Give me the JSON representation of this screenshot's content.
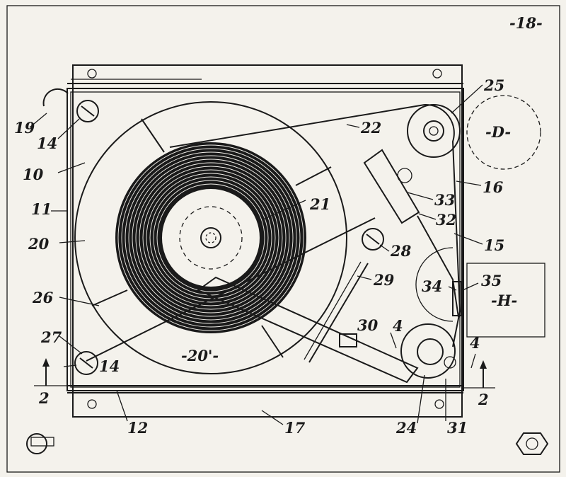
{
  "figure": {
    "sheet_label": "-18-",
    "ink_color": "#1a1a1a",
    "paper_color": "#f4f2ec"
  },
  "labels": {
    "l10": "10",
    "l11": "11",
    "l12": "12",
    "l14a": "14",
    "l14b": "14",
    "l15": "15",
    "l16": "16",
    "l17": "17",
    "l19": "19",
    "l20": "20",
    "l20p": "-20'-",
    "l21": "21",
    "l22": "22",
    "l24": "24",
    "l25": "25",
    "l26": "26",
    "l27": "27",
    "l28": "28",
    "l29": "29",
    "l30": "30",
    "l31": "31",
    "l32": "32",
    "l33": "33",
    "l34": "34",
    "l35": "35",
    "l4a": "4",
    "l4b": "4",
    "l2a": "2",
    "l2b": "2",
    "D": "-D-",
    "H": "-H-"
  }
}
